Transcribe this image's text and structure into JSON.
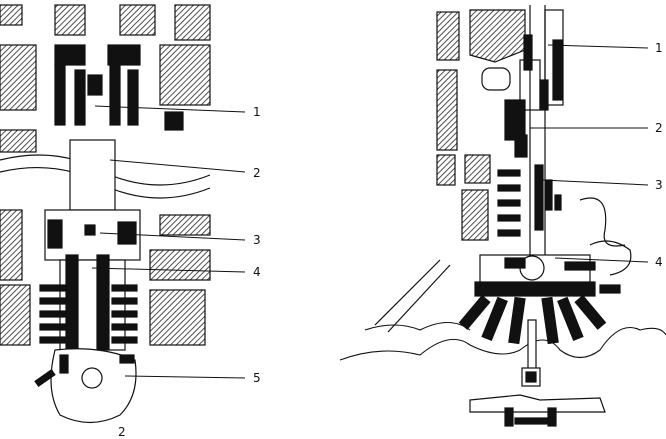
{
  "left_plan": {
    "callouts": [
      "1",
      "2",
      "3",
      "4",
      "5"
    ],
    "caption": "2"
  },
  "right_plan": {
    "callouts": [
      "1",
      "2",
      "3",
      "4"
    ]
  },
  "colors": {
    "ink": "#111111",
    "paper": "#ffffff"
  }
}
